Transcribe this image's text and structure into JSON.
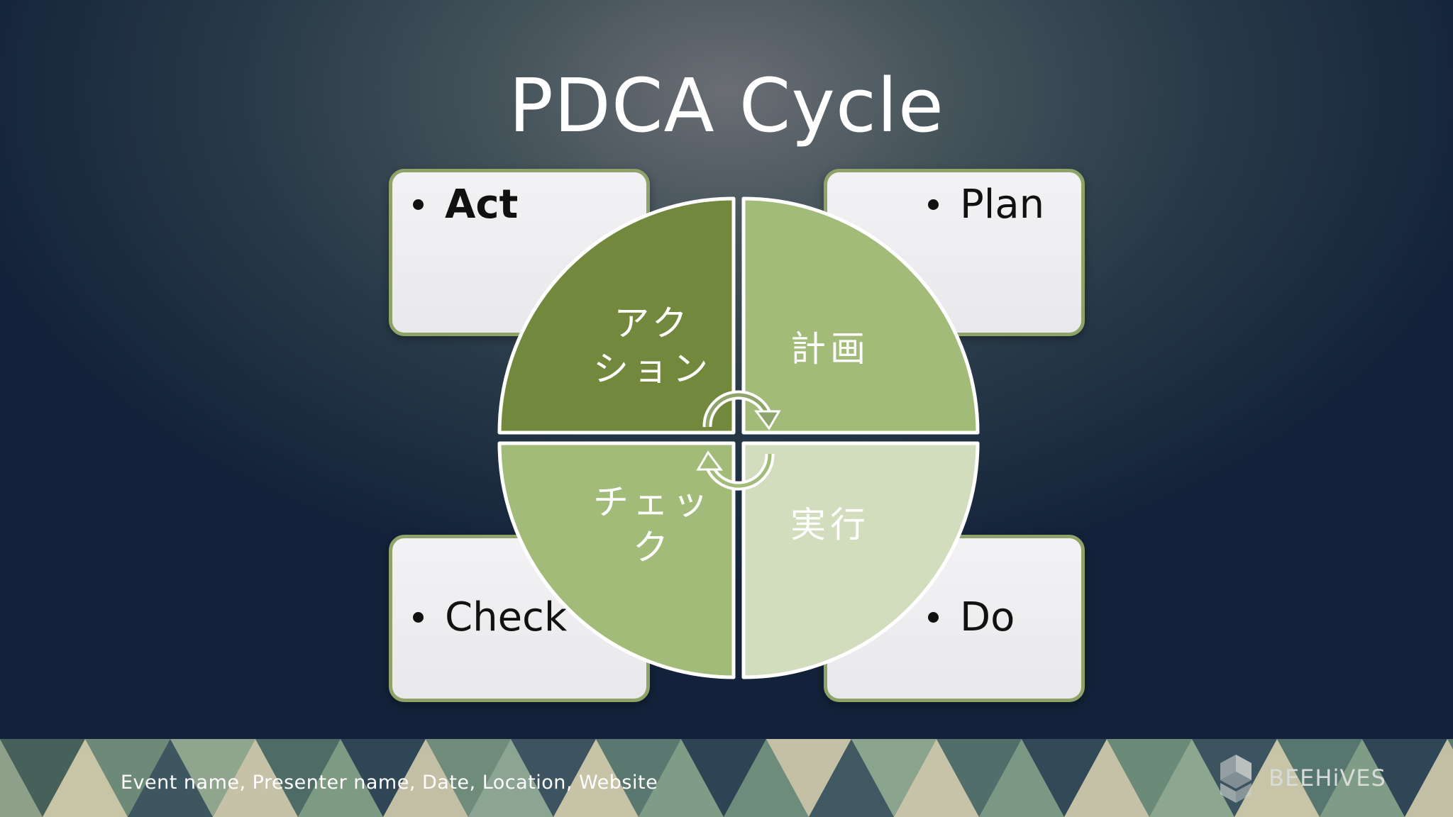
{
  "slide": {
    "title": "PDCA Cycle",
    "footer": "Event name, Presenter name, Date, Location, Website",
    "brand": "BEEHiVES"
  },
  "cards": {
    "act": "Act",
    "plan": "Plan",
    "check": "Check",
    "do": "Do"
  },
  "quadrants": {
    "act": "アク\nション",
    "plan": "計画",
    "check": "チェッ\nク",
    "do": "実行"
  },
  "colors": {
    "act_fill": "#72883c",
    "plan_fill": "#a3bb78",
    "check_fill": "#a3bb78",
    "do_fill": "#d1ddbc",
    "card_border": "#8ea368",
    "card_fill": "#eeeef0"
  },
  "icons": {
    "cycle": "circular-arrows-icon",
    "logo": "beehives-logo-icon"
  }
}
